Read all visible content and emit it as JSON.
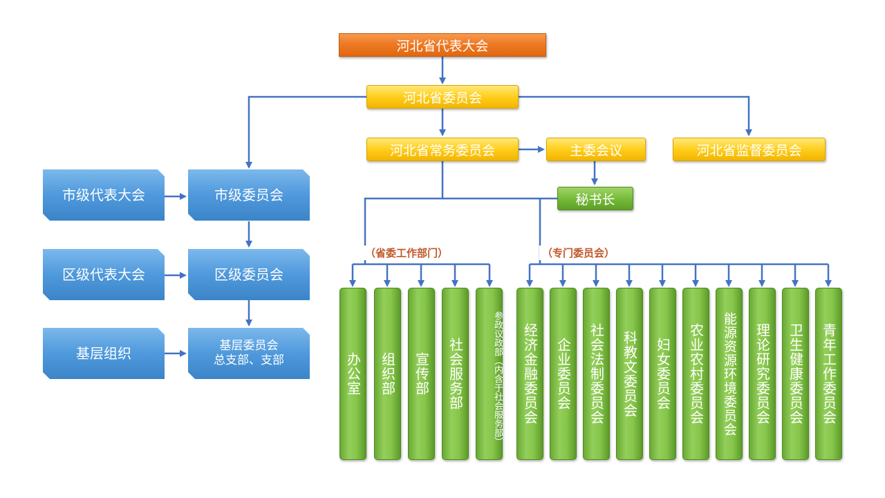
{
  "top": {
    "congress": "河北省代表大会",
    "committee": "河北省委员会"
  },
  "middle": {
    "standing": "河北省常务委员会",
    "chair_meeting": "主委会议",
    "supervision": "河北省监督委员会",
    "secretary": "秘书长"
  },
  "local": {
    "city_congress": "市级代表大会",
    "city_committee": "市级委员会",
    "district_congress": "区级代表大会",
    "district_committee": "区级委员会",
    "grassroots": "基层组织",
    "grassroots_committee_line1": "基层委员会",
    "grassroots_committee_line2": "总支部、支部"
  },
  "groups": {
    "departments_label": "（省委工作部门）",
    "committees_label": "（专门委员会）"
  },
  "departments": [
    "办公室",
    "组织部",
    "宣传部",
    "社会服务部",
    "参政议政部（内含于社会服务部）"
  ],
  "committees": [
    "经济金融委员会",
    "企业委员会",
    "社会法制委员会",
    "科教文委员会",
    "妇女委员会",
    "农业农村委员会",
    "能源资源环境委员会",
    "理论研究委员会",
    "卫生健康委员会",
    "青年工作委员会"
  ],
  "colors": {
    "orange": "#ee7a25",
    "yellow": "#ffcf1e",
    "green": "#78bc3b",
    "blue": "#4f99dc",
    "connector": "#4472c4",
    "group_label": "#c0592b"
  }
}
